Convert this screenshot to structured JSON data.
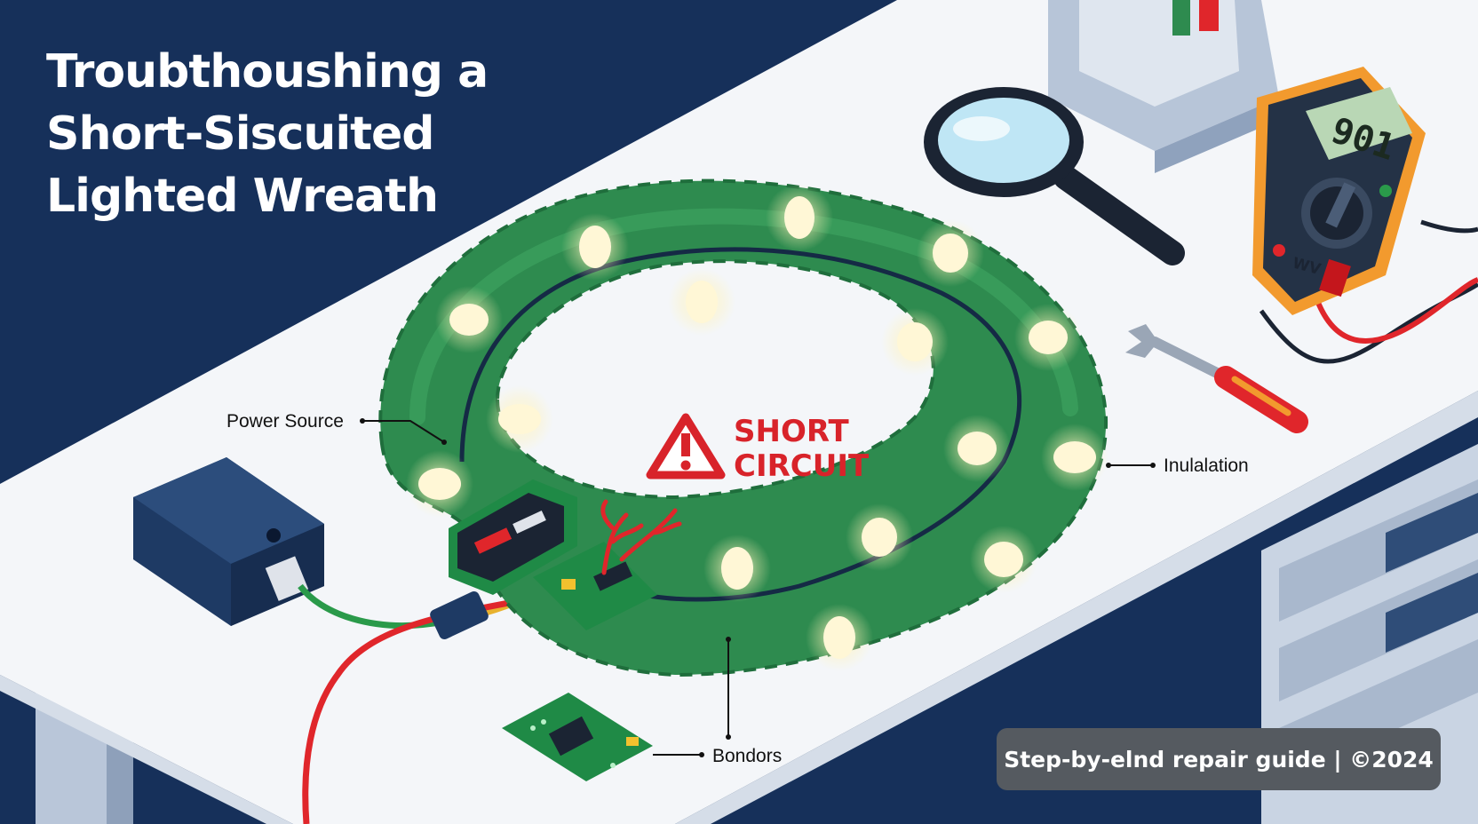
{
  "title": {
    "line1": "Troubthoushing a",
    "line2": "Short-Siscuited",
    "line3": "Lighted Wreath"
  },
  "callouts": {
    "power_source": "Power Source",
    "insulation": "Inulalation",
    "bondors": "Bondors"
  },
  "warning": {
    "line1": "SHORT",
    "line2": "CIRCUIT",
    "icon": "warning-triangle-icon",
    "color": "#d8232a"
  },
  "multimeter": {
    "reading": "901",
    "mode_label": "WV"
  },
  "footer": {
    "text": "Step-by-elnd repair guide | ©2024"
  },
  "colors": {
    "background": "#16305a",
    "desk": "#f4f6f9",
    "wreath": "#2e8b4f",
    "bulb_glow": "#fff7d6",
    "wire_red": "#e0262b",
    "wire_green": "#2a9a4a",
    "multimeter_body": "#f29a2e",
    "pcb": "#1f8a46"
  },
  "icons": [
    "magnifying-glass-icon",
    "multimeter-icon",
    "wrench-screwdriver-icon",
    "power-adapter-icon",
    "circuit-board-icon",
    "sparks-icon"
  ]
}
